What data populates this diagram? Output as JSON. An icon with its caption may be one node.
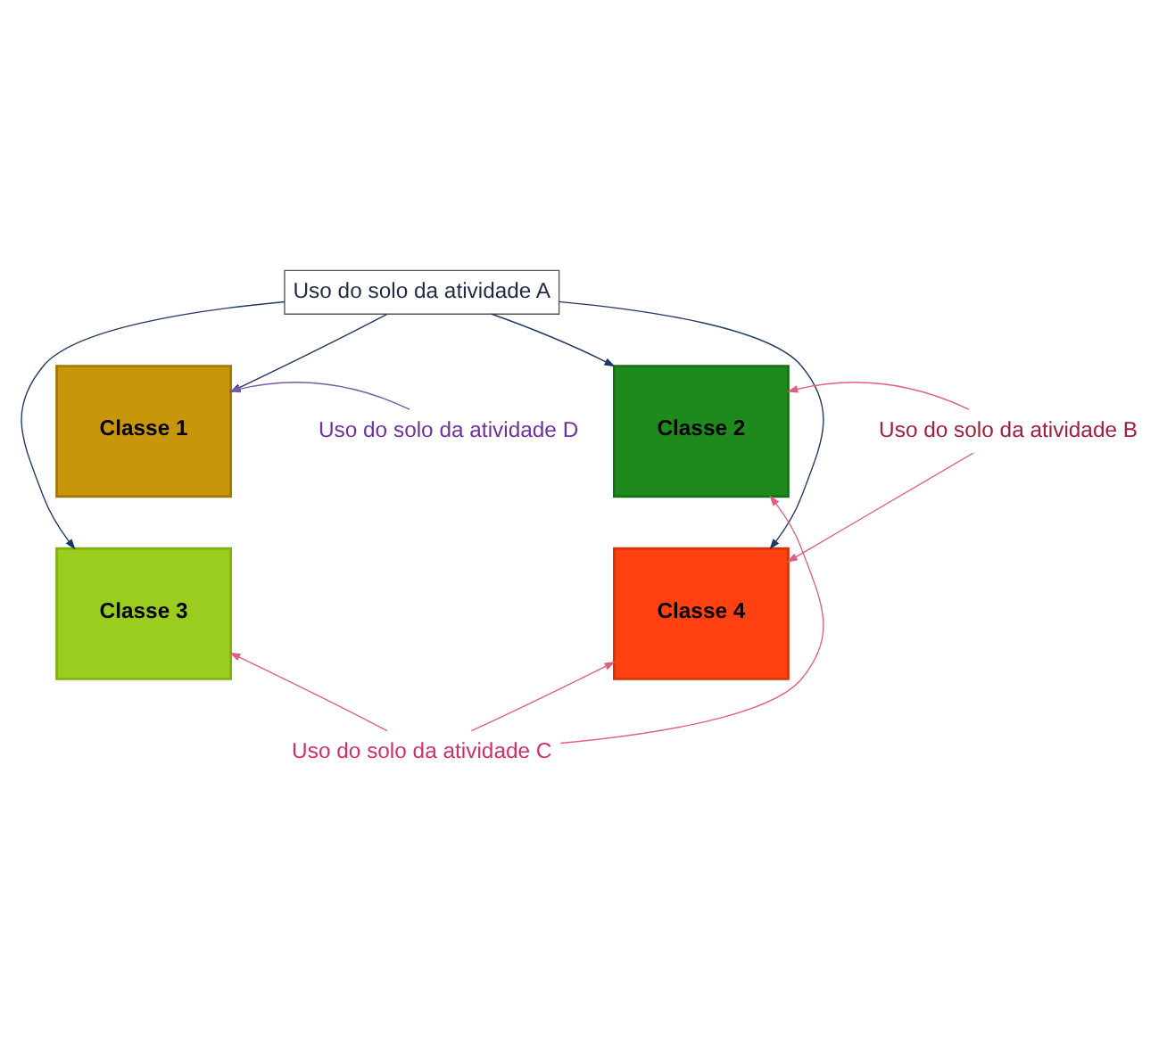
{
  "diagram": {
    "nodes": [
      {
        "text": [
          "Uso do solo da atividade A"
        ]
      },
      {
        "text": [
          "Classe 1"
        ]
      },
      {
        "text": [
          "Classe 2"
        ]
      },
      {
        "text": [
          "Classe 3"
        ]
      },
      {
        "text": [
          "Classe 4"
        ]
      },
      {
        "text": [
          "Uso do solo da atividade D"
        ]
      },
      {
        "text": [
          "Uso do solo da atividade B"
        ]
      },
      {
        "text": [
          "Uso do solo da atividade C"
        ]
      }
    ],
    "edges": [
      {
        "from": 0,
        "to": 1,
        "arrow": "to",
        "color": "#1f3864"
      },
      {
        "from": 0,
        "to": 2,
        "arrow": "to",
        "color": "#1f3864"
      },
      {
        "from": 0,
        "to": 3,
        "arrow": "to",
        "color": "#1f3864"
      },
      {
        "from": 0,
        "to": 4,
        "arrow": "to",
        "color": "#1f3864"
      },
      {
        "from": 5,
        "to": 1,
        "arrow": "to",
        "color": "#7a5aa8"
      },
      {
        "from": 6,
        "to": 2,
        "arrow": "to",
        "color": "#e0607a"
      },
      {
        "from": 6,
        "to": 4,
        "arrow": "to",
        "color": "#e0607a"
      },
      {
        "from": 7,
        "to": 3,
        "arrow": "to",
        "color": "#e0607a"
      },
      {
        "from": 7,
        "to": 2,
        "arrow": "to",
        "color": "#e0607a"
      },
      {
        "from": 7,
        "to": 4,
        "arrow": "to",
        "color": "#e0607a"
      }
    ]
  }
}
